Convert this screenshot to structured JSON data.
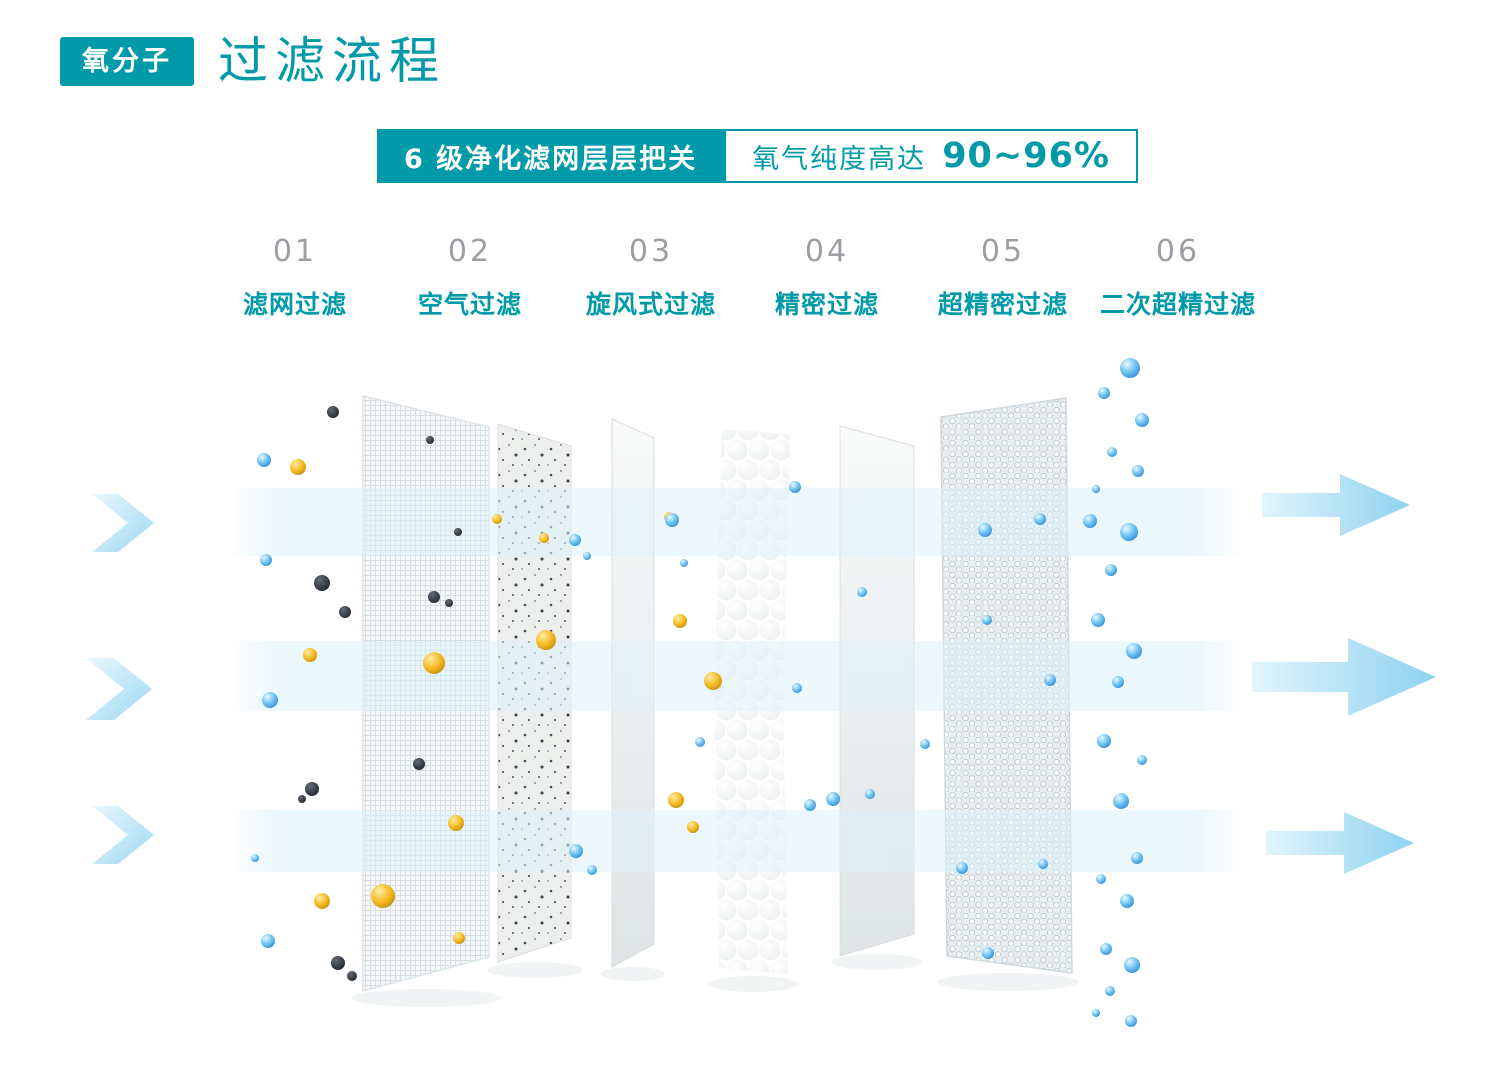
{
  "header": {
    "badge": "氧分子",
    "title": "过滤流程"
  },
  "banner": {
    "left": "6 级净化滤网层层把关",
    "right_label": "氧气纯度高达",
    "right_value": "90~96%"
  },
  "stages": [
    {
      "num": "01",
      "label": "滤网过滤"
    },
    {
      "num": "02",
      "label": "空气过滤"
    },
    {
      "num": "03",
      "label": "旋风式过滤"
    },
    {
      "num": "04",
      "label": "精密过滤"
    },
    {
      "num": "05",
      "label": "超精密过滤"
    },
    {
      "num": "06",
      "label": "二次超精过滤"
    }
  ],
  "colors": {
    "teal": "#009aa8",
    "num_gray": "#9b9fa3",
    "band_blue": "#d7f0fb",
    "arrow_blue": "#9ed8f3",
    "bubble_blue": "#1f7fd4",
    "particle_gold": "#f3b71f",
    "particle_dark": "#2a2f36"
  }
}
